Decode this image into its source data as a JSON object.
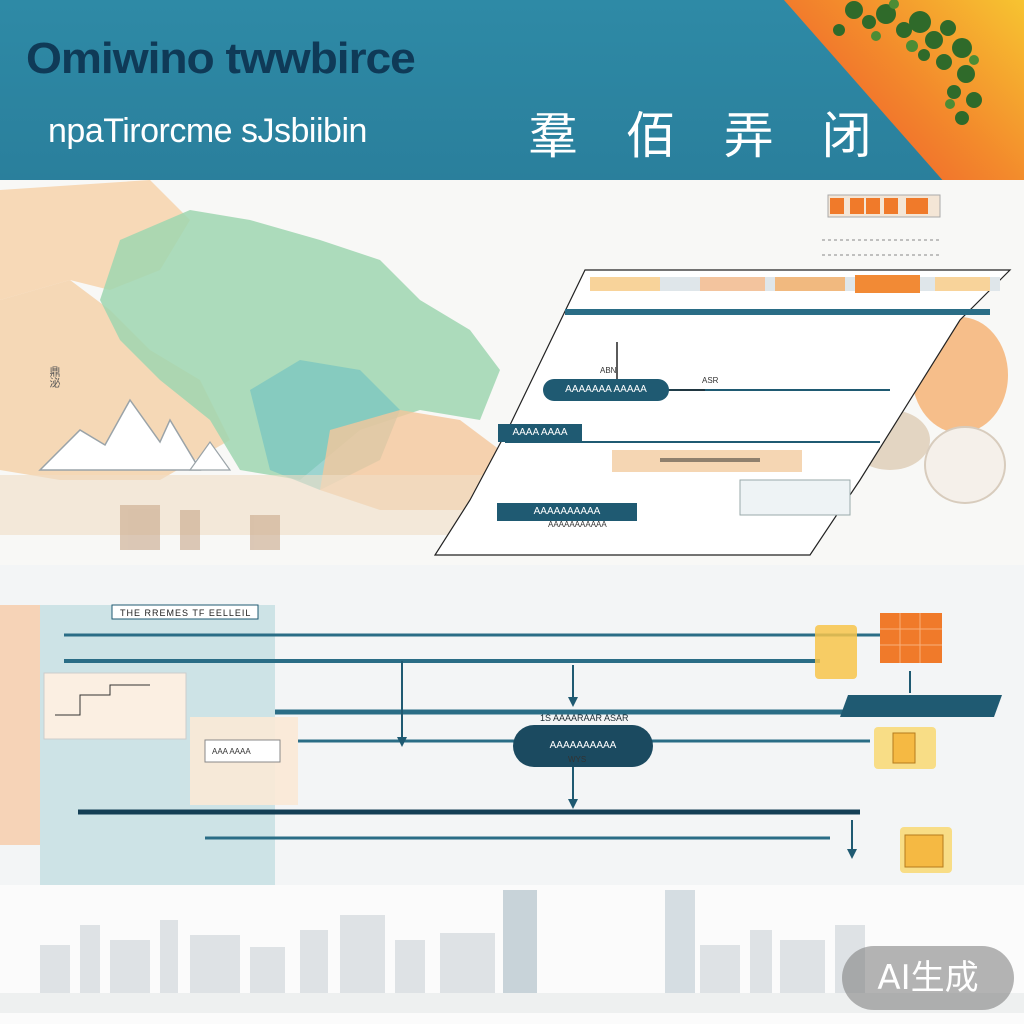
{
  "header": {
    "title_main": "Omiwino twwbirce",
    "title_sub": "npaTirorcme sJsbiibin",
    "title_cjk": "羣 佰 弄 闭"
  },
  "map": {
    "caption": "鼎泌",
    "panel": {
      "pill_1": "AAAAAAA AAAAA",
      "bar_1": "AAAA AAAA",
      "bar_2": "AAAAAAAAAA",
      "top_marker": "ABN",
      "row_label": "ASR",
      "sub_row": "AAAAAAAAAAA"
    }
  },
  "flow": {
    "heading": "THE RREMES TF EELLEIL",
    "node_label": "1S AAAARAAR ASAR",
    "node_pill": "AAAAAAAAAA",
    "node_sub": "WYS",
    "note": "AAA AAAA"
  },
  "badge": {
    "label": "AI生成"
  },
  "colors": {
    "teal_dark": "#1f5a72",
    "teal_header": "#2e8aa6",
    "navy_title": "#0f3a57",
    "orange_accent": "#f07a2a",
    "gold_accent": "#f7c431",
    "map_green": "#9fd6b0",
    "map_peach": "#f5d2aa"
  },
  "icons": [
    "foliage-decoration",
    "orange-grid-icon",
    "document-icon",
    "sun-badge-icon"
  ]
}
